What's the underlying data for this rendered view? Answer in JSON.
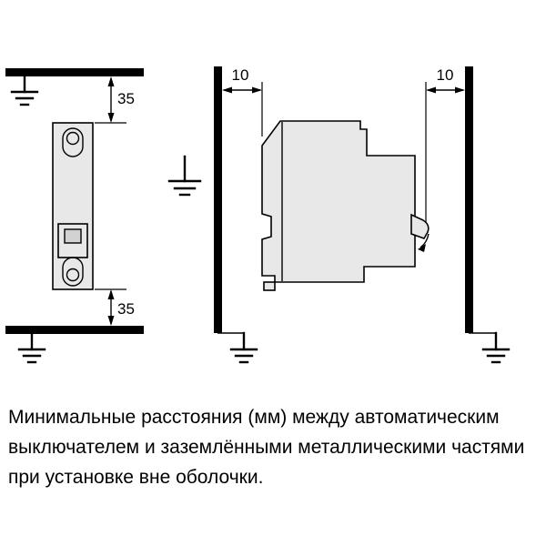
{
  "colors": {
    "line": "#000000",
    "device_fill": "#e8e8e8",
    "device_inner_fill": "#d2d2d2",
    "background": "#ffffff"
  },
  "symbols": {
    "ground": "earth-ground-symbol"
  },
  "diagram": {
    "front_view": {
      "top_clearance_mm": "35",
      "bottom_clearance_mm": "35"
    },
    "side_view": {
      "left_clearance_mm": "10",
      "right_clearance_mm": "10"
    }
  },
  "caption": {
    "lines": [
      "Минимальные расстояния (мм) между автоматическим",
      "выключателем и заземлёнными металлическими частями",
      "при установке вне оболочки."
    ]
  }
}
